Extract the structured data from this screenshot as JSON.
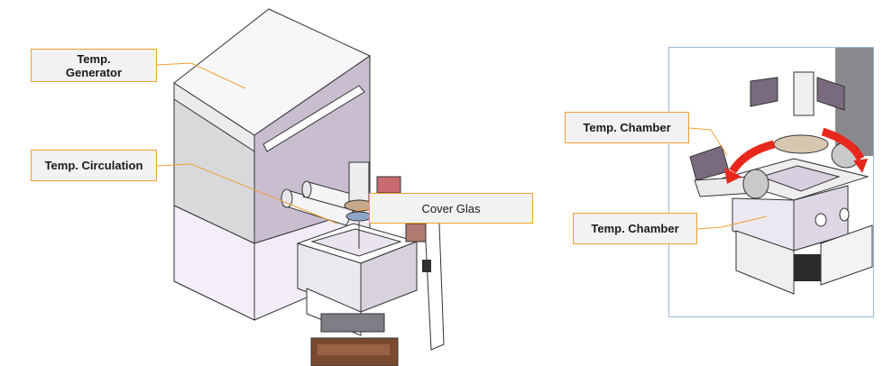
{
  "labels": {
    "temp_generator_line1": "Temp.",
    "temp_generator_line2": "Generator",
    "temp_circulation": "Temp. Circulation",
    "cover_glas": "Cover Glas",
    "temp_chamber_top": "Temp. Chamber",
    "temp_chamber_bottom": "Temp. Chamber"
  },
  "colors": {
    "callout_border": "#f0a030",
    "callout_fill": "#f2f2f2",
    "leader_line": "#f0a030",
    "arrow": "#e8281c",
    "frame_border": "#9bb8d8"
  }
}
